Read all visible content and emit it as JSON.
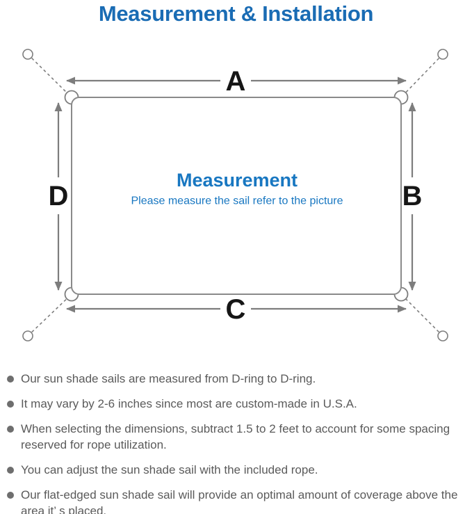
{
  "header": {
    "title": "Measurement & Installation"
  },
  "diagram": {
    "side_labels": {
      "a": "A",
      "b": "B",
      "c": "C",
      "d": "D"
    },
    "center": {
      "title": "Measurement",
      "subtitle": "Please measure the sail refer to the picture"
    }
  },
  "notes": {
    "items": [
      "Our sun shade sails are measured from D-ring to D-ring.",
      "It may vary by 2-6 inches since most are custom-made in U.S.A.",
      "When selecting the dimensions, subtract 1.5 to 2 feet to account for some spacing reserved for rope utilization.",
      "You can adjust the sun shade sail with the included rope.",
      "Our flat-edged sun shade sail will provide an optimal amount of coverage above the area it’ s placed."
    ]
  },
  "colors": {
    "title_blue": "#1a6cb4",
    "center_blue": "#1877c1",
    "line_gray": "#7d7d7d",
    "rect_gray": "#8a8a8a",
    "label_black": "#161616",
    "text_gray": "#5a5a5a",
    "dot_gray": "#6e6e6e",
    "bg": "#ffffff"
  }
}
